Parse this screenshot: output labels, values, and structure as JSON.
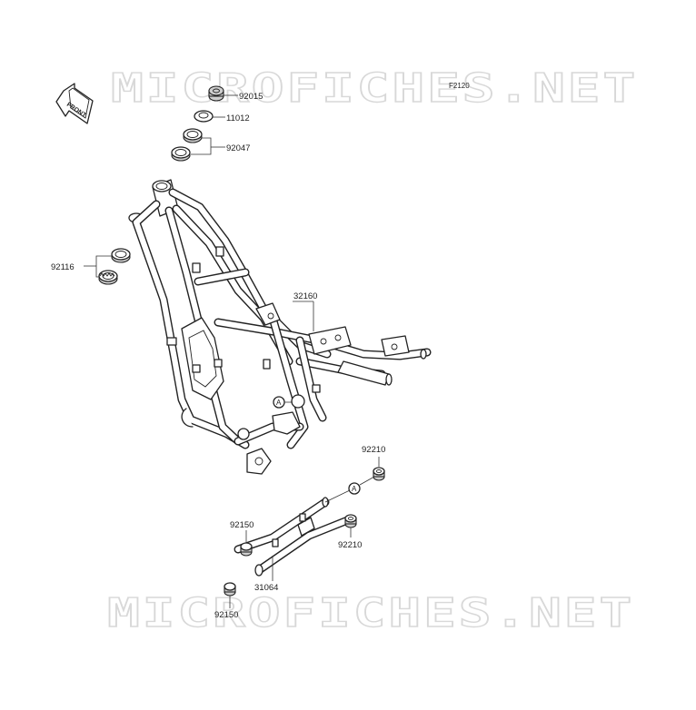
{
  "diagram_code": "F2120",
  "watermark": "MICROFICHES.NET",
  "front_arrow_label": "FRONT",
  "callout_marker": "A",
  "parts": {
    "nut_top": "92015",
    "cone_cap": "11012",
    "bearing_upper": "92047",
    "bearing_lower": "92116",
    "frame": "32160",
    "collar_upper": "92210",
    "collar_lower": "92210",
    "bolt_upper": "92150",
    "bolt_lower": "92150",
    "pipe_frame": "31064"
  }
}
